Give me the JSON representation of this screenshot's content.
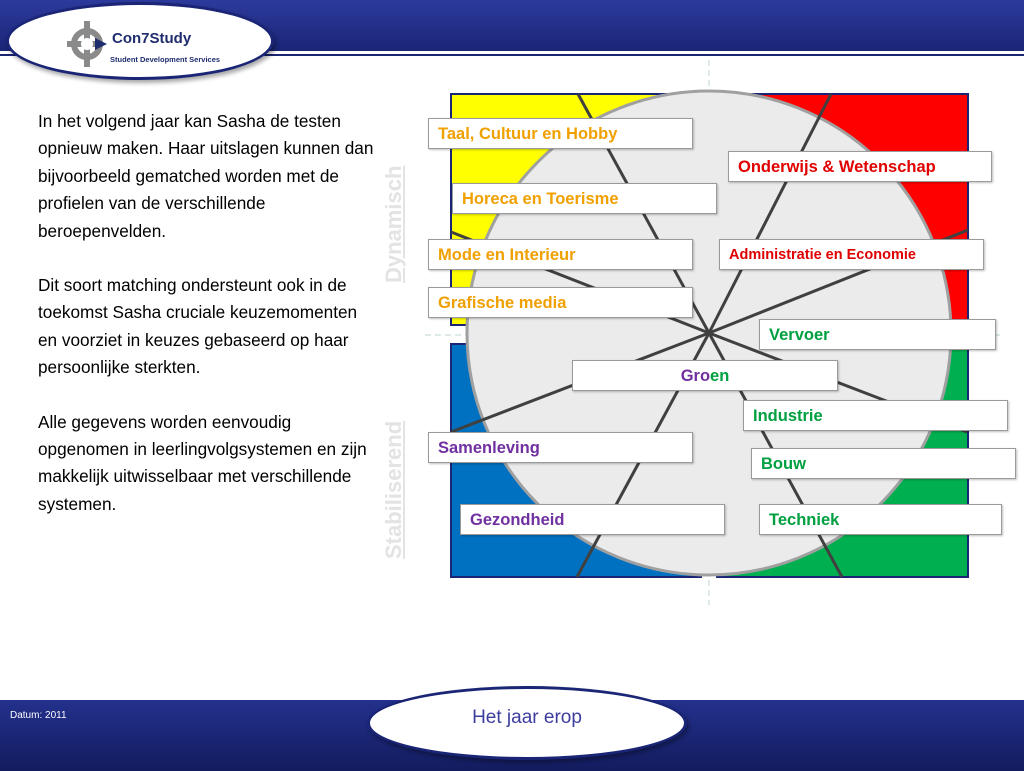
{
  "header": {
    "logo_name": "Con7Study",
    "logo_subtitle": "Student Development Services"
  },
  "body_paragraphs": [
    "In het volgend jaar kan Sasha de testen opnieuw maken.  Haar uitslagen kunnen dan bijvoorbeeld gematched worden met de profielen van de verschillende beroepenvelden.",
    "Dit soort matching ondersteunt ook in de toekomst Sasha cruciale keuzemomenten en voorziet in keuzes gebaseerd op haar persoonlijke sterkten.",
    "Alle gegevens worden eenvoudig opgenomen in leerlingvolgsystemen en zijn makkelijk uitwisselbaar met verschillende systemen."
  ],
  "axis_labels": {
    "top": "Dynamisch",
    "bottom": "Stabiliserend"
  },
  "colors": {
    "yellow": "#ffff00",
    "red": "#ff0000",
    "blue": "#0070c0",
    "green": "#00b050",
    "label_orange": "#f0a000",
    "label_red": "#e00000",
    "label_green": "#00a040",
    "label_purple": "#7030a0",
    "brand_blue": "#1b2576"
  },
  "field_labels": {
    "taal": "Taal, Cultuur en Hobby",
    "onderwijs": "Onderwijs & Wetenschap",
    "horeca": "Horeca en Toerisme",
    "mode": "Mode en Interieur",
    "administratie": "Administratie en Economie",
    "grafisch": "Grafische media",
    "vervoer": "Vervoer",
    "groen_a": "Gro",
    "groen_b": "en",
    "industrie": "Industrie",
    "samenleving": "Samenleving",
    "bouw": "Bouw",
    "gezondheid": "Gezondheid",
    "techniek": "Techniek"
  },
  "footer": {
    "date": "Datum: 2011",
    "title": "Het jaar erop"
  }
}
